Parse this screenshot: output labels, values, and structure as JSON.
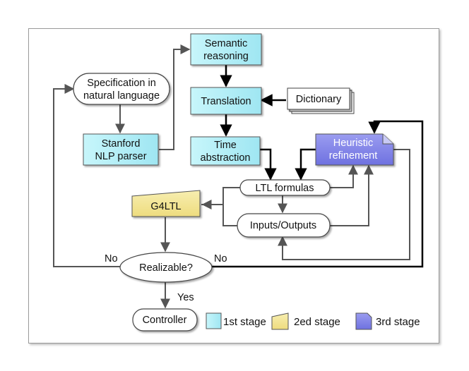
{
  "nodes": {
    "specification": {
      "line1": "Specification in",
      "line2": "natural language"
    },
    "stanford_parser": {
      "line1": "Stanford",
      "line2": "NLP  parser"
    },
    "semantic_reasoning": {
      "line1": "Semantic",
      "line2": "reasoning"
    },
    "translation": {
      "label": "Translation"
    },
    "dictionary": {
      "label": "Dictionary"
    },
    "time_abstraction": {
      "line1": "Time",
      "line2": "abstraction"
    },
    "heuristic_refinement": {
      "line1": "Heuristic",
      "line2": "refinement"
    },
    "ltl_formulas": {
      "label": "LTL formulas"
    },
    "inputs_outputs": {
      "label": "Inputs/Outputs"
    },
    "g4ltl": {
      "label": "G4LTL"
    },
    "realizable": {
      "label": "Realizable?"
    },
    "controller": {
      "label": "Controller"
    }
  },
  "edge_labels": {
    "no_left": "No",
    "no_right": "No",
    "yes": "Yes"
  },
  "legend": {
    "stage1": "1st stage",
    "stage2": "2ed stage",
    "stage3": "3rd stage"
  },
  "colors": {
    "stage1": "#b8f0f8",
    "stage2": "#f3e79a",
    "stage3": "#7d80e8",
    "stroke": "#444444"
  }
}
